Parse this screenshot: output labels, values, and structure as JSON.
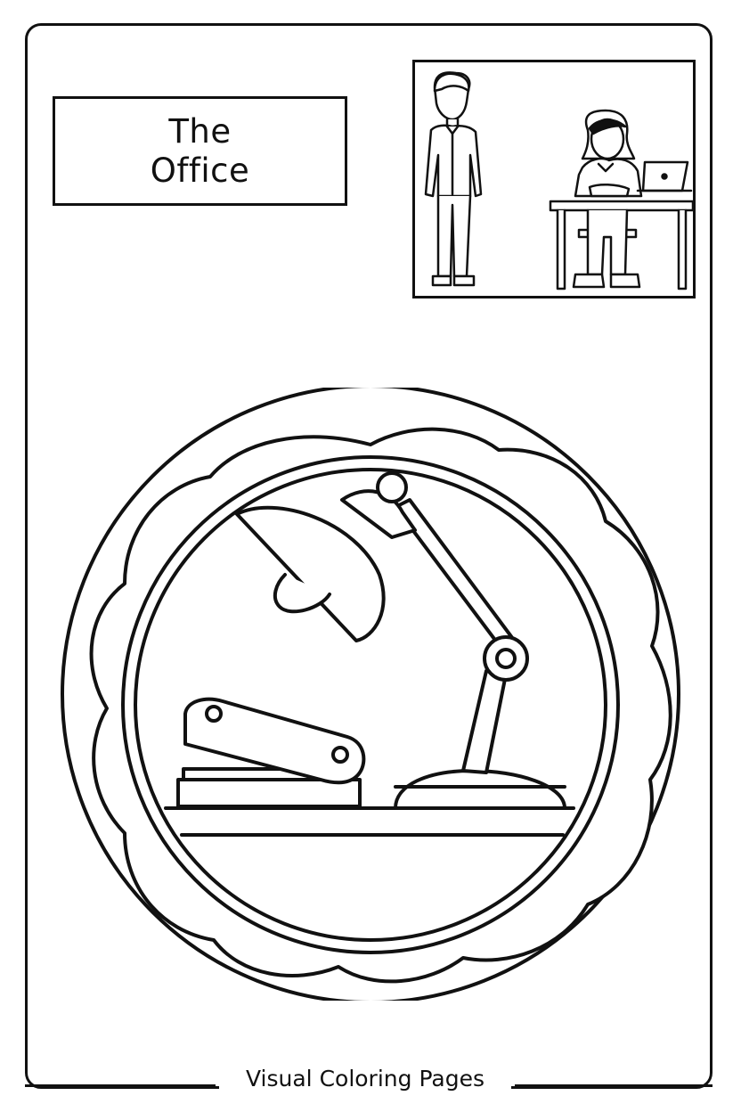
{
  "title": {
    "line1": "The",
    "line2": "Office"
  },
  "footer": {
    "text": "Visual Coloring Pages"
  },
  "illustrations": {
    "top_panel": [
      "man-standing",
      "woman-at-desk-with-laptop"
    ],
    "emblem": [
      "desk-lamp",
      "stapler",
      "desk-shelf",
      "scalloped-circle-frame"
    ]
  },
  "colors": {
    "line": "#111111",
    "background": "#ffffff"
  }
}
